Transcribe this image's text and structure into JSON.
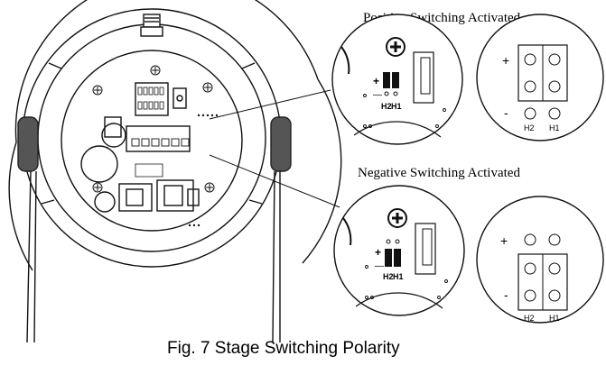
{
  "caption": "Fig. 7 Stage Switching Polarity",
  "positive_panel": {
    "heading": "Positive Switching Activated",
    "plus": "+",
    "minus": "-",
    "jumper_plus": "+",
    "jumper_minus": "—",
    "jumper_h2": "H2",
    "jumper_h1": "H1",
    "terminal_h2": "H2",
    "terminal_h1": "H1"
  },
  "negative_panel": {
    "heading": "Negative Switching Activated",
    "plus": "+",
    "minus": "-",
    "jumper_plus": "+",
    "jumper_minus": "—",
    "jumper_h2": "H2",
    "jumper_h1": "H1",
    "terminal_h2": "H2",
    "terminal_h1": "H1"
  }
}
